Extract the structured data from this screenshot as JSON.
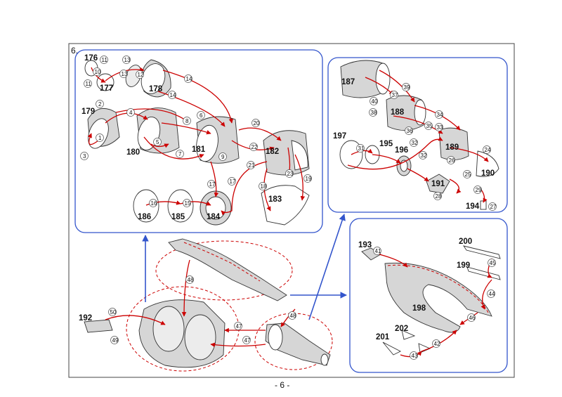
{
  "step_label": "6.",
  "page_number": "- 6 -",
  "colors": {
    "accent_red": "#cc0000",
    "panel_blue": "#3355cc",
    "part_gray": "#d6d6d6"
  },
  "panel1": {
    "parts": [
      "176",
      "177",
      "178",
      "179",
      "180",
      "181",
      "182",
      "183",
      "184",
      "185",
      "186"
    ],
    "tabs": [
      "11",
      "10",
      "13",
      "13",
      "12",
      "11",
      "14",
      "14",
      "2",
      "4",
      "6",
      "8",
      "1",
      "3",
      "5",
      "7",
      "9",
      "20",
      "22",
      "21",
      "23",
      "19",
      "18",
      "17",
      "17",
      "16",
      "15"
    ]
  },
  "panel2": {
    "parts": [
      "187",
      "188",
      "189",
      "190",
      "191",
      "194",
      "195",
      "196",
      "197"
    ],
    "tabs": [
      "39",
      "37",
      "40",
      "38",
      "34",
      "35",
      "33",
      "36",
      "31",
      "32",
      "32",
      "24",
      "26",
      "25",
      "29",
      "28",
      "27"
    ]
  },
  "panel3": {
    "parts": [
      "193",
      "198",
      "199",
      "200",
      "201",
      "202"
    ],
    "tabs": [
      "41",
      "45",
      "44",
      "46",
      "42",
      "43"
    ]
  },
  "assembly": {
    "parts": [
      "192"
    ],
    "tabs": [
      "48",
      "47",
      "47",
      "48",
      "50",
      "49"
    ]
  }
}
